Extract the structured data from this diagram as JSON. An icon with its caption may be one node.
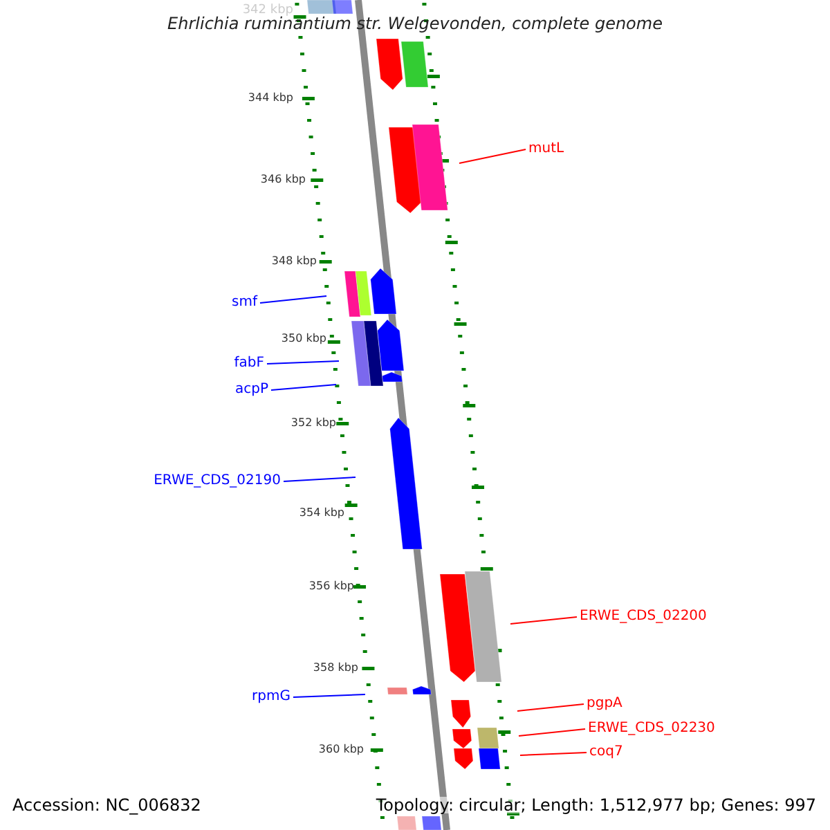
{
  "diagram": {
    "title": "Ehrlichia ruminantium str. Welgevonden, complete genome",
    "nodes": [
      {
        "text": [
          "mutL"
        ]
      },
      {
        "text": [
          "smf"
        ]
      },
      {
        "text": [
          "fabF"
        ]
      },
      {
        "text": [
          "acpP"
        ]
      },
      {
        "text": [
          "ERWE_CDS_02190"
        ]
      },
      {
        "text": [
          "ERWE_CDS_02200"
        ]
      },
      {
        "text": [
          "rpmG"
        ]
      },
      {
        "text": [
          "pgpA"
        ]
      },
      {
        "text": [
          "ERWE_CDS_02230"
        ]
      },
      {
        "text": [
          "coq7"
        ]
      }
    ],
    "edges": [
      {
        "from": 0,
        "to": null,
        "arrow": "none",
        "color": "#ff0000"
      },
      {
        "from": 1,
        "to": null,
        "arrow": "none",
        "color": "#0000ff"
      },
      {
        "from": 2,
        "to": null,
        "arrow": "none",
        "color": "#0000ff"
      },
      {
        "from": 3,
        "to": null,
        "arrow": "none",
        "color": "#0000ff"
      },
      {
        "from": 4,
        "to": null,
        "arrow": "none",
        "color": "#0000ff"
      },
      {
        "from": 5,
        "to": null,
        "arrow": "none",
        "color": "#ff0000"
      },
      {
        "from": 6,
        "to": null,
        "arrow": "none",
        "color": "#0000ff"
      },
      {
        "from": 7,
        "to": null,
        "arrow": "none",
        "color": "#ff0000"
      },
      {
        "from": 8,
        "to": null,
        "arrow": "none",
        "color": "#ff0000"
      },
      {
        "from": 9,
        "to": null,
        "arrow": "none",
        "color": "#ff0000"
      }
    ],
    "labels": [
      "342 kbp",
      "344 kbp",
      "346 kbp",
      "348 kbp",
      "350 kbp",
      "352 kbp",
      "354 kbp",
      "356 kbp",
      "358 kbp",
      "360 kbp",
      "Accession: NC_006832",
      "Topology: circular; Length: 1,512,977 bp; Genes: 997"
    ]
  }
}
